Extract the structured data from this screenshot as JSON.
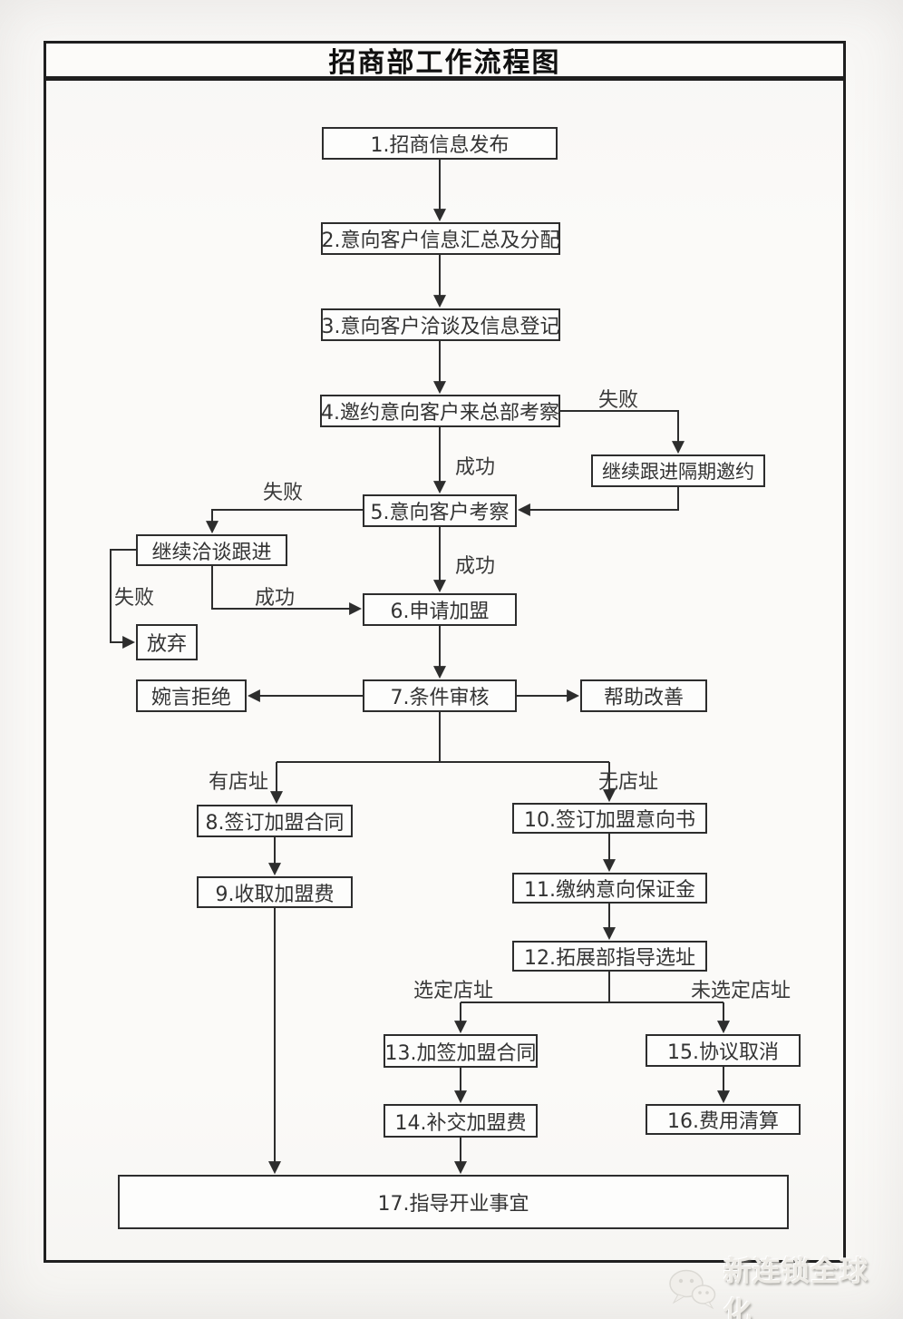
{
  "title": "招商部工作流程图",
  "flow": {
    "nodes": {
      "n1": {
        "label": "1.招商信息发布"
      },
      "n2": {
        "label": "2.意向客户信息汇总及分配"
      },
      "n3": {
        "label": "3.意向客户洽谈及信息登记"
      },
      "n4": {
        "label": "4.邀约意向客户来总部考察"
      },
      "keep_invite": {
        "label": "继续跟进隔期邀约"
      },
      "n5": {
        "label": "5.意向客户考察"
      },
      "keep_talk": {
        "label": "继续洽谈跟进"
      },
      "give_up": {
        "label": "放弃"
      },
      "n6": {
        "label": "6.申请加盟"
      },
      "refuse": {
        "label": "婉言拒绝"
      },
      "n7": {
        "label": "7.条件审核"
      },
      "improve": {
        "label": "帮助改善"
      },
      "n8": {
        "label": "8.签订加盟合同"
      },
      "n9": {
        "label": "9.收取加盟费"
      },
      "n10": {
        "label": "10.签订加盟意向书"
      },
      "n11": {
        "label": "11.缴纳意向保证金"
      },
      "n12": {
        "label": "12.拓展部指导选址"
      },
      "n13": {
        "label": "13.加签加盟合同"
      },
      "n14": {
        "label": "14.补交加盟费"
      },
      "n15": {
        "label": "15.协议取消"
      },
      "n16": {
        "label": "16.费用清算"
      },
      "n17": {
        "label": "17.指导开业事宜"
      }
    },
    "edge_labels": {
      "invite_fail": "失败",
      "invite_success": "成功",
      "visit_fail": "失败",
      "visit_success": "成功",
      "talk_fail": "失败",
      "talk_success": "成功",
      "has_site": "有店址",
      "no_site": "无店址",
      "site_selected": "选定店址",
      "site_not_selected": "未选定店址"
    }
  },
  "watermark": {
    "text": "新连锁全球化",
    "logo": "wechat-bubbles-icon"
  },
  "colors": {
    "line": "#2d2d2d",
    "box_border": "#2d2d2d",
    "text": "#333333",
    "frame": "#1f1f1f",
    "background": "#fbfaf8",
    "watermark_text": "#edebe6"
  }
}
